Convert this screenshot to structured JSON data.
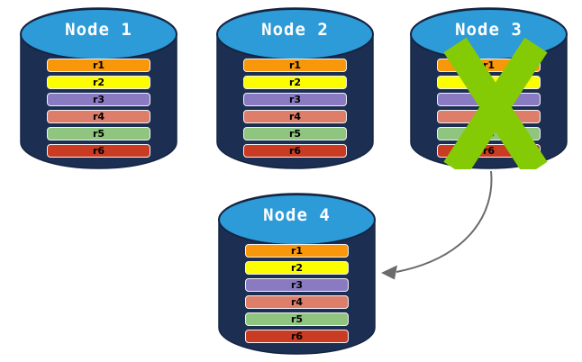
{
  "colors": {
    "cyl-body": "#1C2F52",
    "cyl-outline": "#142543",
    "cyl-top": "#2D9BD8",
    "x-mark": "#85CB05",
    "arrow": "#6B6B6B"
  },
  "nodes": [
    {
      "title": "Node 1",
      "partitions": [
        {
          "label": "r1",
          "color": "#F79709"
        },
        {
          "label": "r2",
          "color": "#FDFD02"
        },
        {
          "label": "r3",
          "color": "#8A7AC2"
        },
        {
          "label": "r4",
          "color": "#DD7E6B"
        },
        {
          "label": "r5",
          "color": "#8FC57F"
        },
        {
          "label": "r6",
          "color": "#C93B22"
        }
      ]
    },
    {
      "title": "Node 2",
      "partitions": [
        {
          "label": "r1",
          "color": "#F79709"
        },
        {
          "label": "r2",
          "color": "#FDFD02"
        },
        {
          "label": "r3",
          "color": "#8A7AC2"
        },
        {
          "label": "r4",
          "color": "#DD7E6B"
        },
        {
          "label": "r5",
          "color": "#8FC57F"
        },
        {
          "label": "r6",
          "color": "#C93B22"
        }
      ]
    },
    {
      "title": "Node 3",
      "failed": true,
      "partitions": [
        {
          "label": "r1",
          "color": "#F79709"
        },
        {
          "label": "r2",
          "color": "#FDFD02"
        },
        {
          "label": "r3",
          "color": "#8A7AC2"
        },
        {
          "label": "r4",
          "color": "#DD7E6B"
        },
        {
          "label": "r5",
          "color": "#8FC57F"
        },
        {
          "label": "r6",
          "color": "#C93B22"
        }
      ]
    },
    {
      "title": "Node 4",
      "partitions": [
        {
          "label": "r1",
          "color": "#F79709"
        },
        {
          "label": "r2",
          "color": "#FDFD02"
        },
        {
          "label": "r3",
          "color": "#8A7AC2"
        },
        {
          "label": "r4",
          "color": "#DD7E6B"
        },
        {
          "label": "r5",
          "color": "#8FC57F"
        },
        {
          "label": "r6",
          "color": "#C93B22"
        }
      ]
    }
  ]
}
